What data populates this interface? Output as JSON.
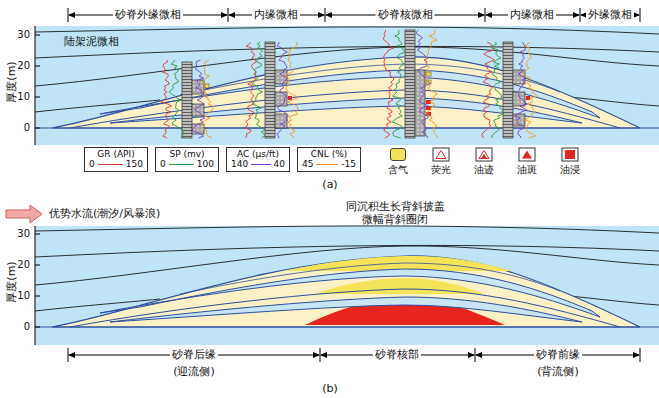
{
  "diagram": {
    "nodes": [
      {
        "text": [
          "GR (API)",
          "0",
          "150"
        ]
      },
      {
        "text": [
          "SP (mv)",
          "0",
          "100"
        ]
      },
      {
        "text": [
          "AC (μs/ft)",
          "140",
          "40"
        ]
      },
      {
        "text": [
          "CNL (%)",
          "45",
          "-15"
        ]
      }
    ],
    "labels": [
      "砂脊外缘微相",
      "内缘微相",
      "砂脊核微相",
      "内缘微相",
      "外缘微相",
      "陆架泥微相",
      "厚度(m)",
      "30",
      "20",
      "10",
      "0",
      "(a)",
      "优势水流(潮汐/风暴浪)",
      "同沉积生长背斜披盖",
      "微幅背斜圈闭",
      "厚度(m)",
      "30",
      "20",
      "10",
      "0",
      "砂脊后缘",
      "(迎流侧)",
      "砂脊核部",
      "砂脊前缘",
      "(背流侧)",
      "(b)"
    ],
    "legend": [
      {
        "text": "含气",
        "color": "#f5e35a"
      },
      {
        "text": "荧光"
      },
      {
        "text": "油迹"
      },
      {
        "text": "油斑"
      },
      {
        "text": "油浸"
      }
    ]
  }
}
